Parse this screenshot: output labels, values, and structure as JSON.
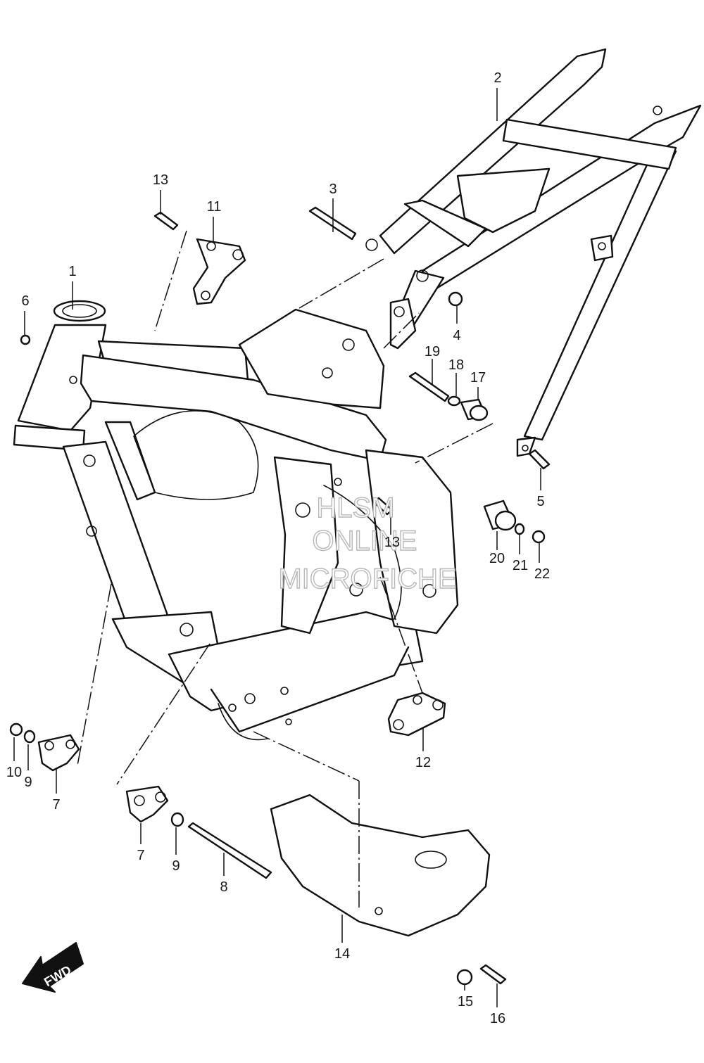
{
  "watermark": {
    "line1": "HLSM",
    "line2": "ONLINE",
    "line3": "MICROFICHE"
  },
  "direction_badge": "FWD",
  "callouts": [
    "1",
    "2",
    "3",
    "4",
    "5",
    "6",
    "7",
    "7",
    "8",
    "9",
    "9",
    "10",
    "11",
    "12",
    "13",
    "13",
    "14",
    "15",
    "16",
    "17",
    "18",
    "19",
    "20",
    "21",
    "22"
  ],
  "icons": {
    "direction": "forward-arrow-icon"
  }
}
